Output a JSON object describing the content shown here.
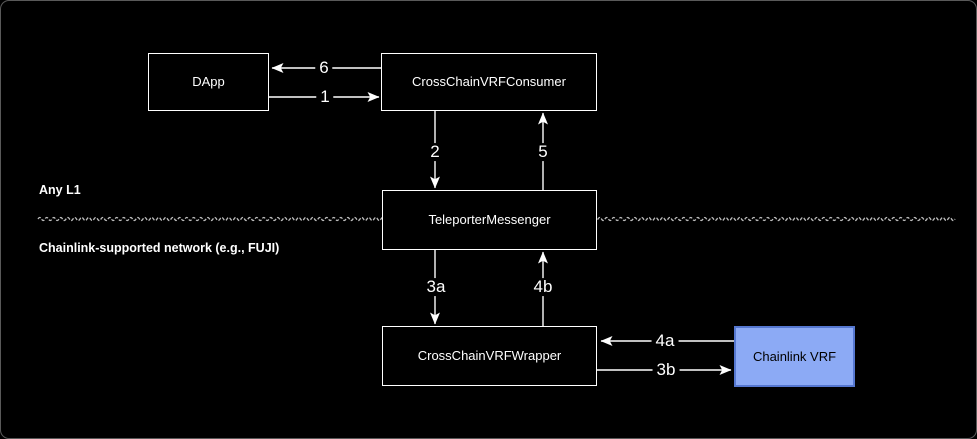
{
  "colors": {
    "canvas_bg": "#000000",
    "node_fill": "#000000",
    "node_border": "#ffffff",
    "node_text": "#ffffff",
    "chainlink_fill": "#8caaf5",
    "chainlink_border": "#5577d0",
    "chainlink_text": "#000000",
    "edge": "#ffffff",
    "edge_label_text": "#ffffff",
    "divider": "#bdbdbd",
    "region_label_text": "#ffffff"
  },
  "diagram": {
    "nodes": {
      "dapp": {
        "label": "DApp"
      },
      "consumer": {
        "label": "CrossChainVRFConsumer"
      },
      "teleporter": {
        "label": "TeleporterMessenger"
      },
      "wrapper": {
        "label": "CrossChainVRFWrapper"
      },
      "chainlink_vrf": {
        "label": "Chainlink VRF"
      }
    },
    "edges": {
      "e1": {
        "label": "1",
        "from": "DApp",
        "to": "CrossChainVRFConsumer"
      },
      "e2": {
        "label": "2",
        "from": "CrossChainVRFConsumer",
        "to": "TeleporterMessenger"
      },
      "e3a": {
        "label": "3a",
        "from": "TeleporterMessenger",
        "to": "CrossChainVRFWrapper"
      },
      "e3b": {
        "label": "3b",
        "from": "CrossChainVRFWrapper",
        "to": "Chainlink VRF"
      },
      "e4a": {
        "label": "4a",
        "from": "Chainlink VRF",
        "to": "CrossChainVRFWrapper"
      },
      "e4b": {
        "label": "4b",
        "from": "CrossChainVRFWrapper",
        "to": "TeleporterMessenger"
      },
      "e5": {
        "label": "5",
        "from": "TeleporterMessenger",
        "to": "CrossChainVRFConsumer"
      },
      "e6": {
        "label": "6",
        "from": "CrossChainVRFConsumer",
        "to": "DApp"
      }
    },
    "regions": {
      "top": {
        "label": "Any L1"
      },
      "bottom": {
        "label": "Chainlink-supported network (e.g., FUJI)"
      }
    }
  }
}
